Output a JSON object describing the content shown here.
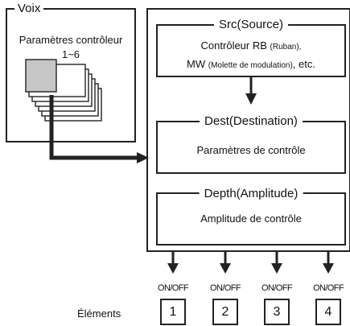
{
  "voice": {
    "title": "Voix",
    "params_label": "Paramètres contrôleur",
    "params_range": "1~6"
  },
  "src": {
    "title": "Src(Source)",
    "line1_main": "Contrôleur RB",
    "line1_small": "(Ruban),",
    "line2_main_a": "MW",
    "line2_small": "(Molette de modulation)",
    "line2_main_b": ", etc."
  },
  "dest": {
    "title": "Dest(Destination)",
    "body": "Paramètres de contrôle"
  },
  "depth": {
    "title": "Depth(Amplitude)",
    "body": "Amplitude de contrôle"
  },
  "elements": {
    "label": "Éléments",
    "switch_label": "ON/OFF",
    "items": [
      "1",
      "2",
      "3",
      "4"
    ]
  }
}
